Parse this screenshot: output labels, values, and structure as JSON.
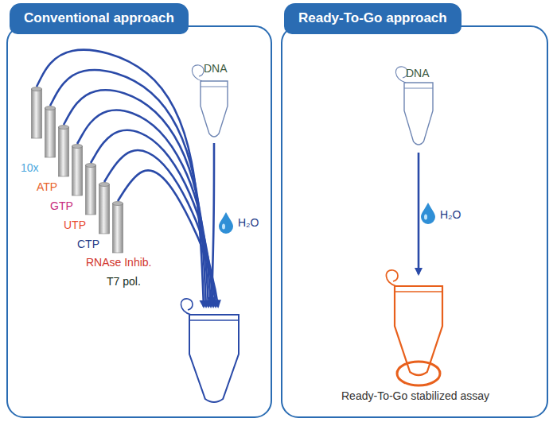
{
  "diagram": {
    "nodes": [
      {
        "text": [
          "Conventional approach"
        ]
      },
      {
        "text": [
          "Ready-To-Go approach"
        ]
      }
    ],
    "labels": [
      "10x",
      "ATP",
      "GTP",
      "UTP",
      "CTP",
      "RNAse Inhib.",
      "T7 pol.",
      "DNA",
      "H₂O",
      "DNA",
      "H₂O",
      "Ready-To-Go stabilized assay"
    ]
  }
}
